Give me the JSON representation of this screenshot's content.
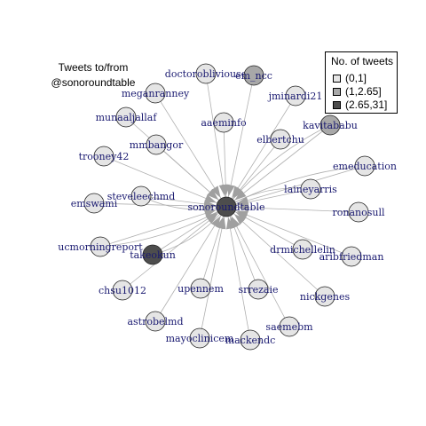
{
  "title_lines": [
    "Tweets to/from",
    "@sonoroundtable"
  ],
  "legend": {
    "title": "No. of tweets",
    "items": [
      {
        "label": "(0,1]",
        "color": "#e5e5e5"
      },
      {
        "label": "(1,2.65]",
        "color": "#a8a8a8"
      },
      {
        "label": "(2.65,31]",
        "color": "#4d4d4d"
      }
    ]
  },
  "colors": {
    "label": "#191970",
    "edge": "#b0b0b0",
    "node_border": "#222222",
    "arrowhead": "#a0a0a0"
  },
  "center": {
    "label": "sonoroundtable",
    "group": 3
  },
  "nodes": [
    {
      "label": "doctorobliviouse",
      "group": 1
    },
    {
      "label": "em_ncc",
      "group": 2
    },
    {
      "label": "meganranney",
      "group": 1
    },
    {
      "label": "jminardi21",
      "group": 1
    },
    {
      "label": "aaeminfo",
      "group": 1
    },
    {
      "label": "kavitababu",
      "group": 2
    },
    {
      "label": "munaaljallaf",
      "group": 1
    },
    {
      "label": "elbertchu",
      "group": 1
    },
    {
      "label": "mmbangor",
      "group": 1
    },
    {
      "label": "trooney42",
      "group": 1
    },
    {
      "label": "emeducation",
      "group": 1
    },
    {
      "label": "steveleechmd",
      "group": 1
    },
    {
      "label": "laineyarris",
      "group": 1
    },
    {
      "label": "emswami",
      "group": 1
    },
    {
      "label": "ronanosull",
      "group": 1
    },
    {
      "label": "ucmorningreport",
      "group": 1
    },
    {
      "label": "drmichellelin",
      "group": 1
    },
    {
      "label": "takeokun",
      "group": 3
    },
    {
      "label": "aribfriedman",
      "group": 1
    },
    {
      "label": "chsu1012",
      "group": 1
    },
    {
      "label": "upennem",
      "group": 1
    },
    {
      "label": "srrezaie",
      "group": 1
    },
    {
      "label": "nickgenes",
      "group": 1
    },
    {
      "label": "astrobelmd",
      "group": 1
    },
    {
      "label": "saemebm",
      "group": 1
    },
    {
      "label": "mayoclinicem",
      "group": 1
    },
    {
      "label": "mackendc",
      "group": 1
    }
  ]
}
